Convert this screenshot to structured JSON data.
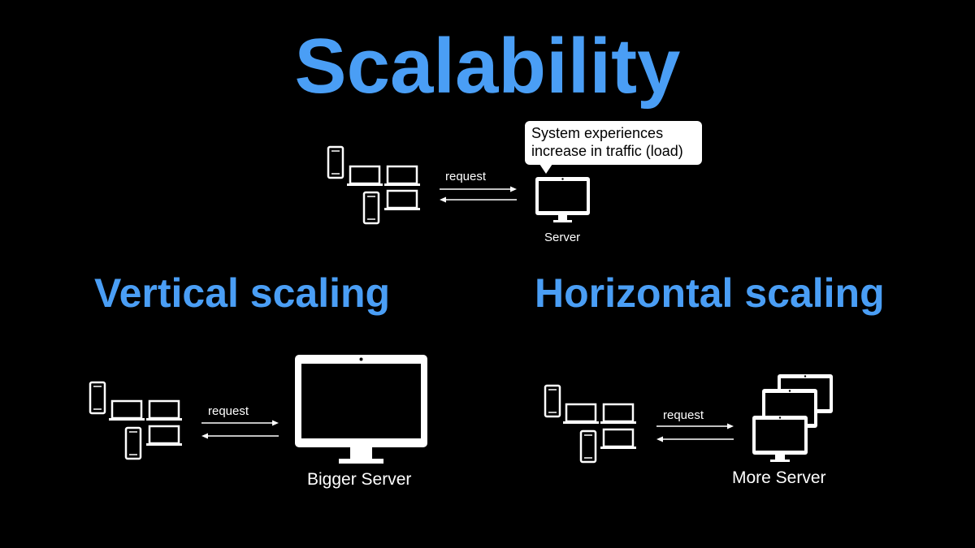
{
  "title": "Scalability",
  "callout": {
    "line1": "System experiences",
    "line2": "increase in traffic (load)"
  },
  "top": {
    "request_label": "request",
    "server_label": "Server"
  },
  "vertical": {
    "heading": "Vertical scaling",
    "request_label": "request",
    "server_label": "Bigger Server"
  },
  "horizontal": {
    "heading": "Horizontal scaling",
    "request_label": "request",
    "server_label": "More Server"
  },
  "colors": {
    "accent": "#4A9EF5",
    "background": "#000000",
    "foreground": "#FFFFFF"
  },
  "icons": [
    "phone-icon",
    "laptop-icon",
    "monitor-icon"
  ]
}
